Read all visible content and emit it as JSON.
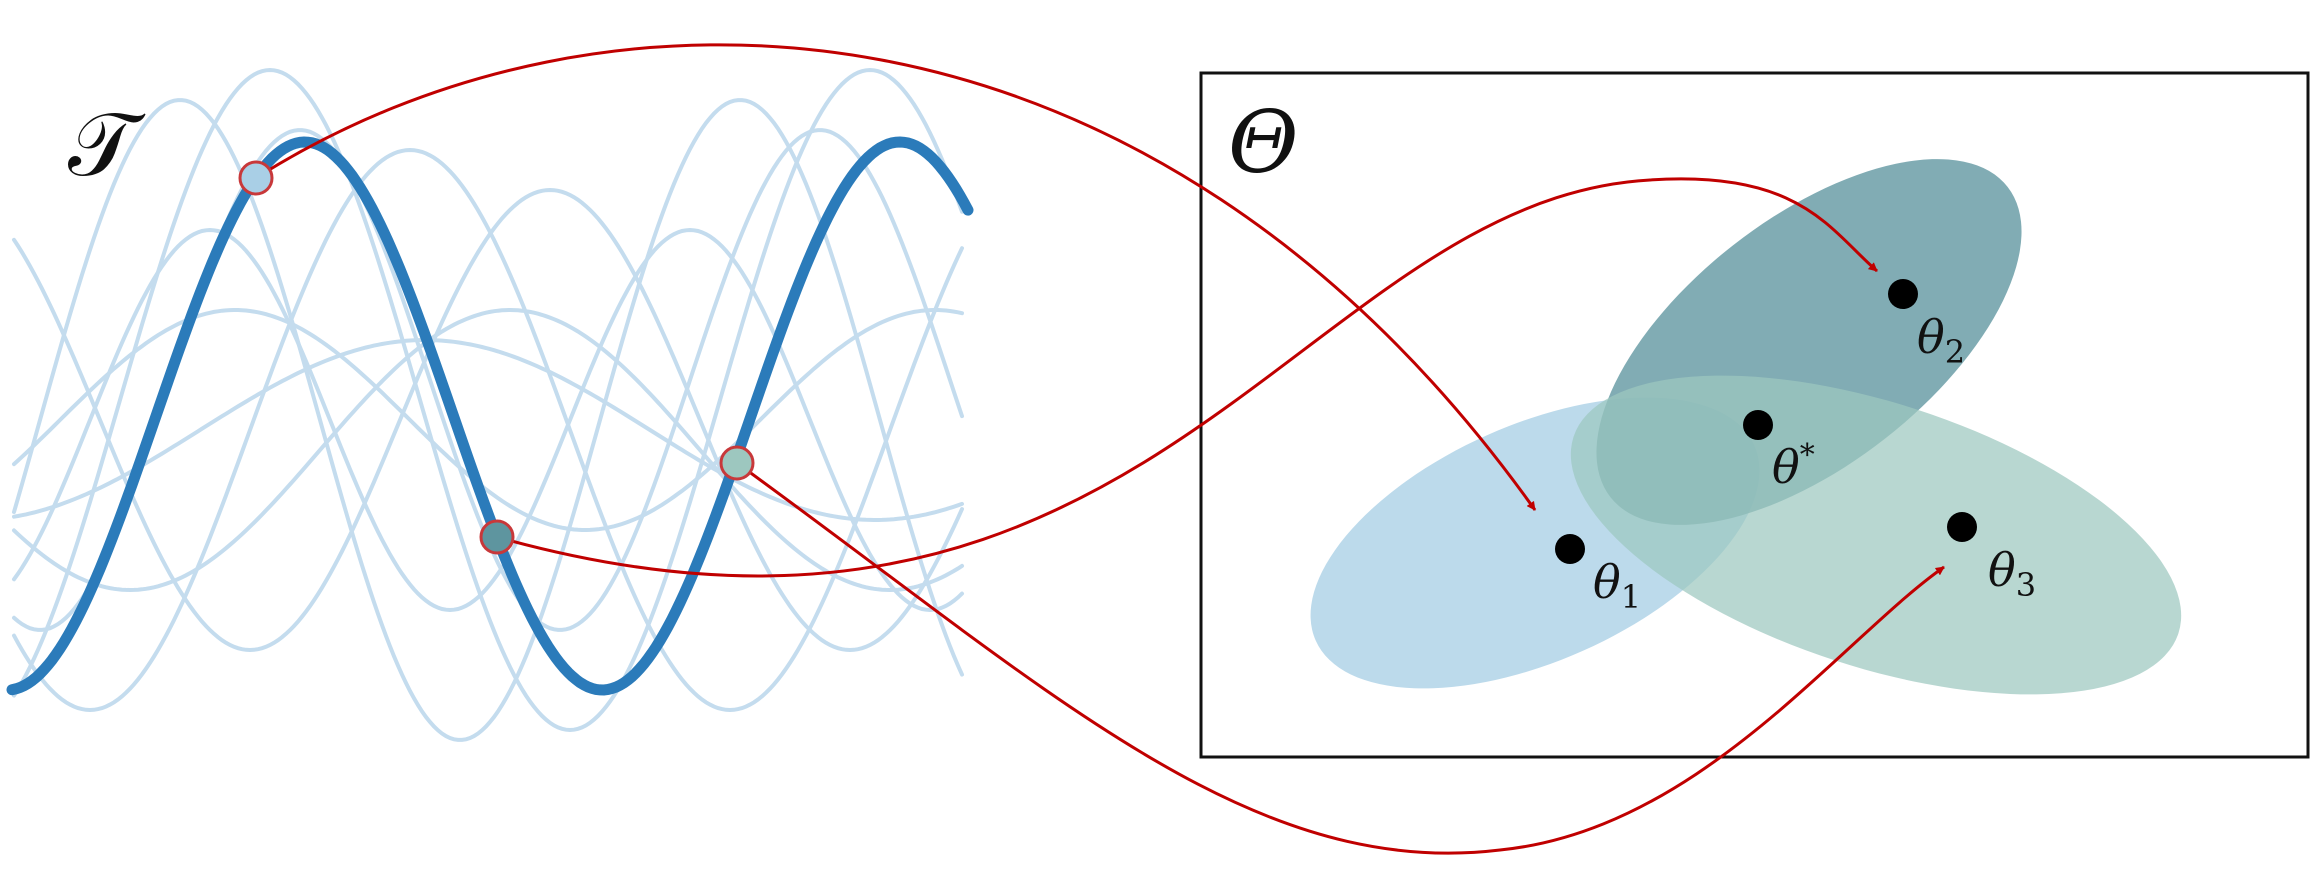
{
  "labels": {
    "task_space": "𝒯",
    "param_space": "Θ",
    "theta1_base": "θ",
    "theta1_sub": "1",
    "theta2_base": "θ",
    "theta2_sub": "2",
    "theta3_base": "θ",
    "theta3_sub": "3",
    "theta_star_base": "θ",
    "theta_star_sup": "*"
  },
  "colors": {
    "main_wave": "#2b7bba",
    "faint_wave": "#c4dcee",
    "arrow": "#c00000",
    "region1": "#a9cfe6",
    "region2": "#5e959f",
    "region3": "#9dc7bf",
    "task_point1": "#a9cfe6",
    "task_point2": "#5e959f",
    "task_point3": "#9dc7bf"
  },
  "icons": {
    "points": "filled-circle",
    "arrowheads": "triangle-arrowhead"
  }
}
